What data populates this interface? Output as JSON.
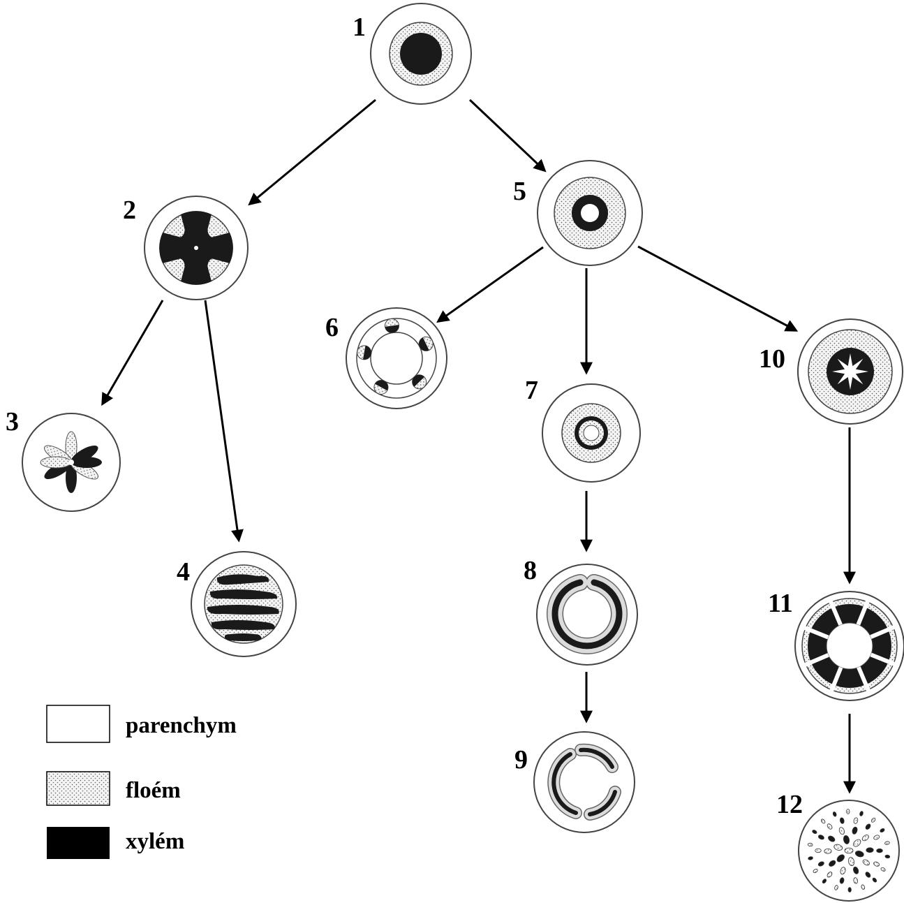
{
  "diagram": {
    "nodes": [
      {
        "id": "1",
        "label": "1",
        "type": "solid-core"
      },
      {
        "id": "2",
        "label": "2",
        "type": "cross-actino"
      },
      {
        "id": "3",
        "label": "3",
        "type": "star-lobes"
      },
      {
        "id": "4",
        "label": "4",
        "type": "plates"
      },
      {
        "id": "5",
        "label": "5",
        "type": "ring-pith"
      },
      {
        "id": "6",
        "label": "6",
        "type": "eustele-bundles"
      },
      {
        "id": "7",
        "label": "7",
        "type": "double-ring"
      },
      {
        "id": "8",
        "label": "8",
        "type": "open-ring"
      },
      {
        "id": "9",
        "label": "9",
        "type": "split-ring"
      },
      {
        "id": "10",
        "label": "10",
        "type": "lobed-ring"
      },
      {
        "id": "11",
        "label": "11",
        "type": "segmented-ring"
      },
      {
        "id": "12",
        "label": "12",
        "type": "scattered-bundles"
      }
    ],
    "edges": [
      {
        "from": "1",
        "to": "2"
      },
      {
        "from": "1",
        "to": "5"
      },
      {
        "from": "2",
        "to": "3"
      },
      {
        "from": "2",
        "to": "4"
      },
      {
        "from": "5",
        "to": "6"
      },
      {
        "from": "5",
        "to": "7"
      },
      {
        "from": "5",
        "to": "10"
      },
      {
        "from": "7",
        "to": "8"
      },
      {
        "from": "8",
        "to": "9"
      },
      {
        "from": "10",
        "to": "11"
      },
      {
        "from": "11",
        "to": "12"
      }
    ]
  },
  "legend": {
    "parenchym": "parenchym",
    "floem": "floém",
    "xylem": "xylém"
  },
  "colors": {
    "xylem": "#1a1a1a",
    "phloem_dots": "#555555",
    "outline": "#444444"
  }
}
